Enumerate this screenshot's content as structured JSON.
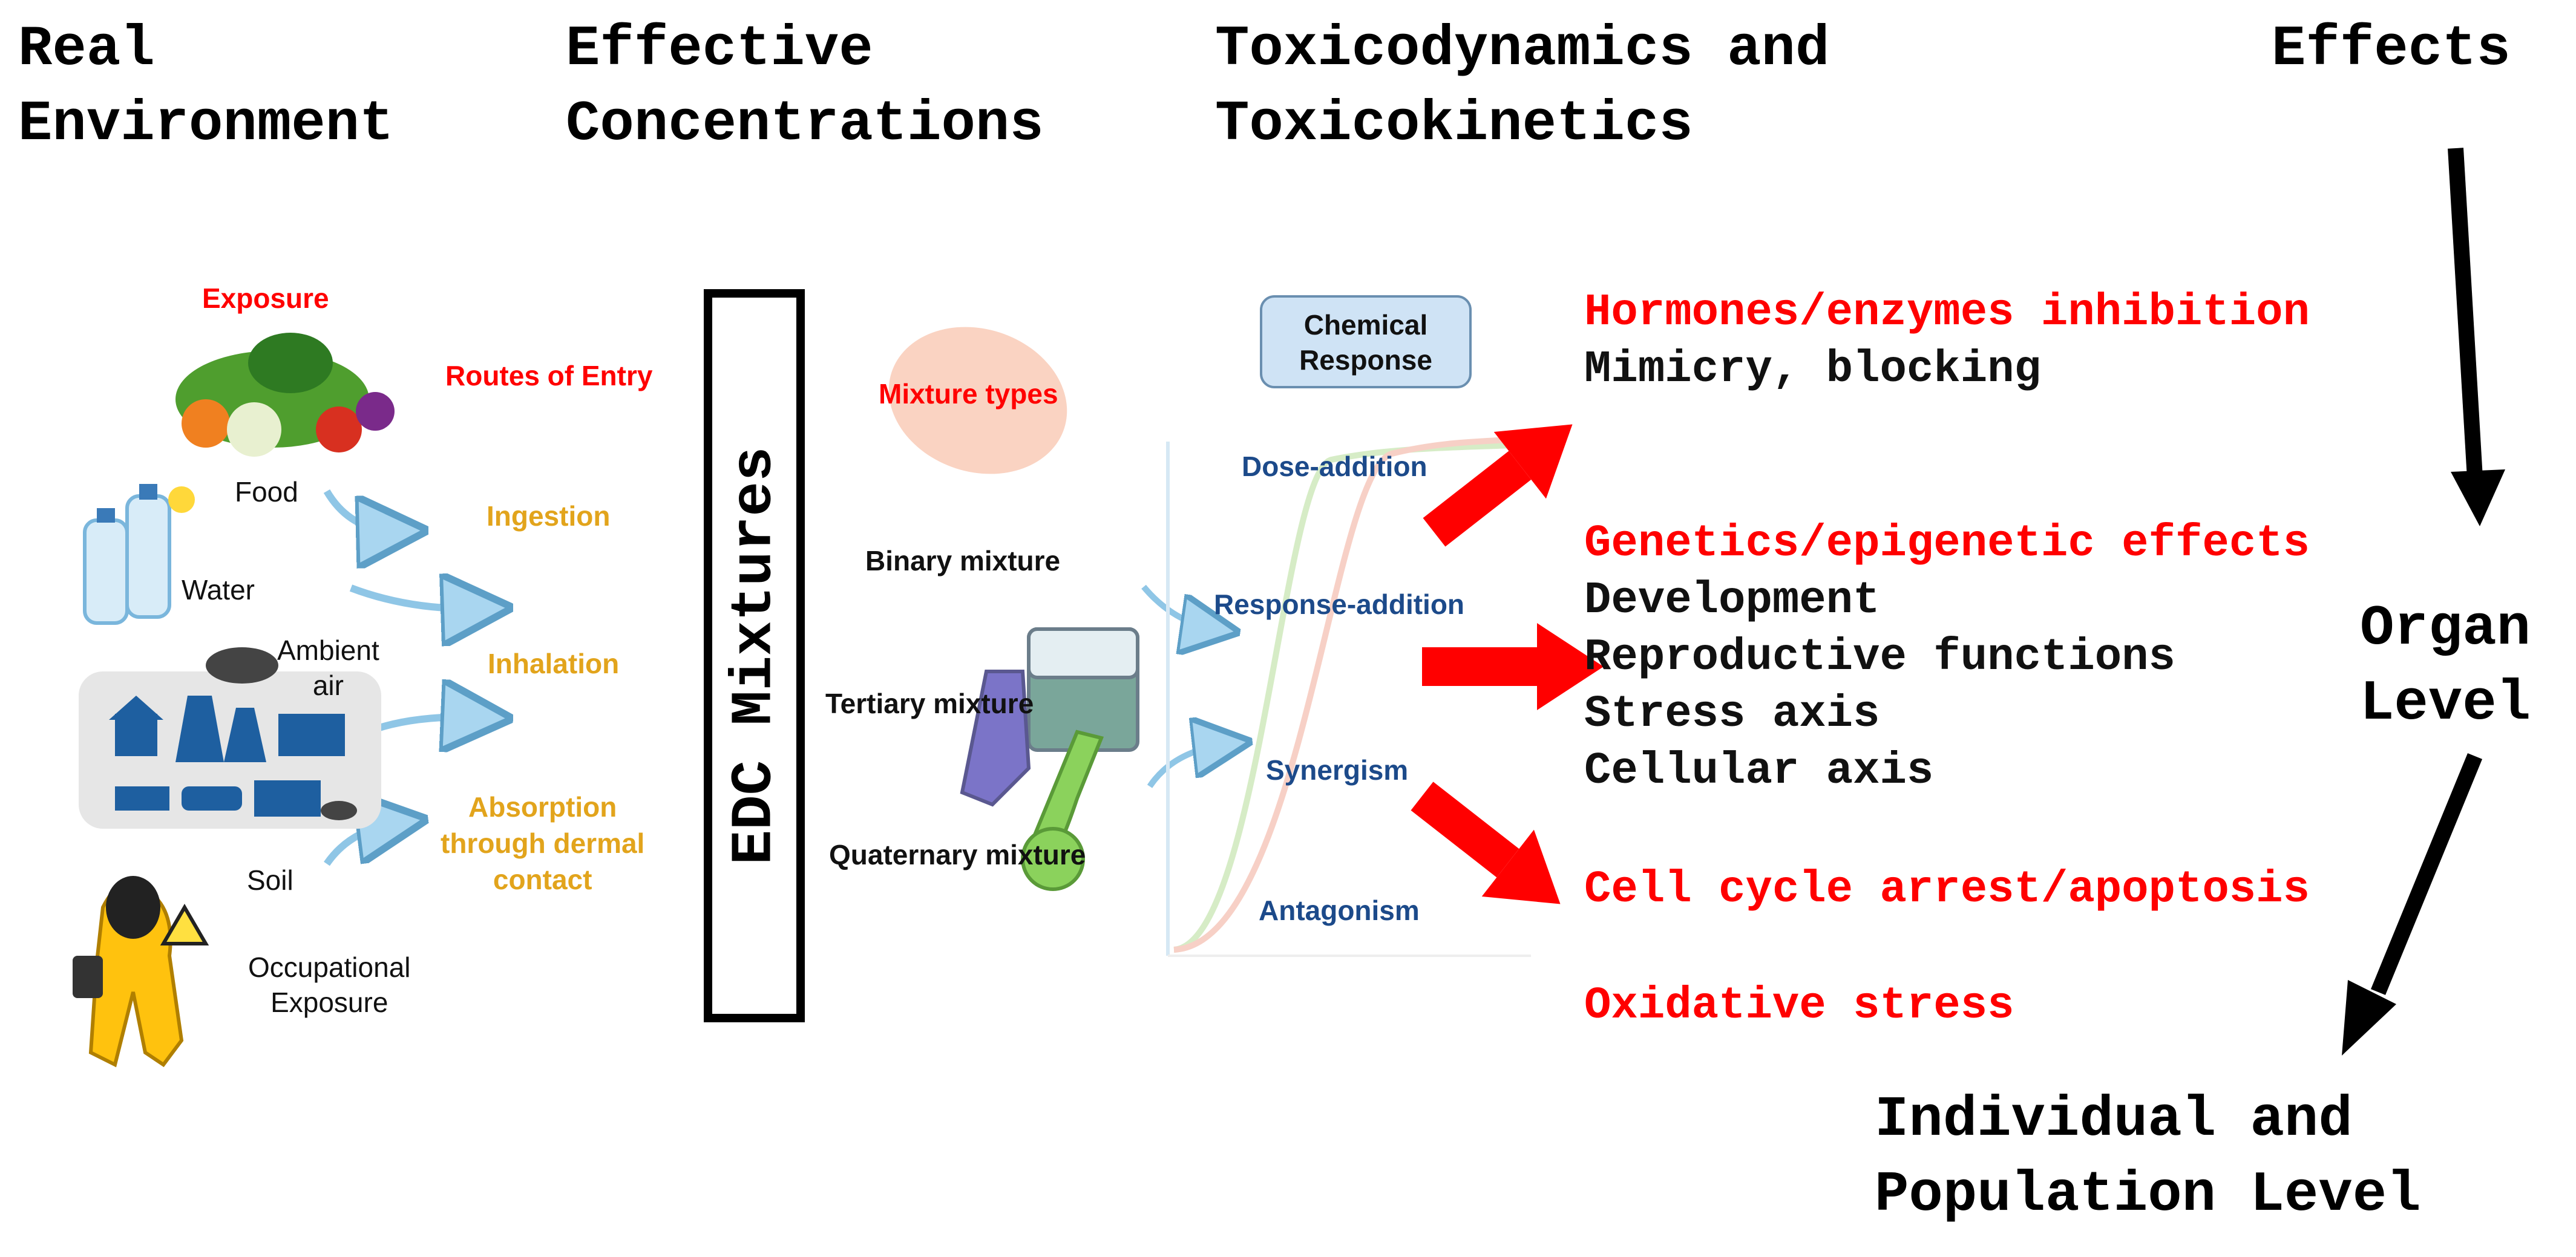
{
  "headers": {
    "real_env": [
      "Real",
      "Environment"
    ],
    "effective_conc": [
      "Effective",
      "Concentrations"
    ],
    "toxico": [
      "Toxicodynamics and",
      "Toxicokinetics"
    ],
    "effects": "Effects"
  },
  "exposure": {
    "title": "Exposure",
    "sources": {
      "food": "Food",
      "water": "Water",
      "ambient_air": [
        "Ambient",
        "air"
      ],
      "soil": "Soil",
      "occupational": [
        "Occupational",
        "Exposure"
      ]
    }
  },
  "routes": {
    "title": "Routes of Entry",
    "ingestion": "Ingestion",
    "inhalation": "Inhalation",
    "absorption": [
      "Absorption",
      "through dermal",
      "contact"
    ]
  },
  "edc_label": "EDC Mixtures",
  "mixtures": {
    "title": "Mixture types",
    "binary": "Binary mixture",
    "tertiary": "Tertiary mixture",
    "quaternary": "Quaternary mixture"
  },
  "chemical_response": {
    "title": [
      "Chemical",
      "Response"
    ],
    "dose_addition": "Dose-addition",
    "response_addition": "Response-addition",
    "synergism": "Synergism",
    "antagonism": "Antagonism"
  },
  "effects": {
    "group1": {
      "title": "Hormones/enzymes inhibition",
      "items": [
        "Mimicry, blocking"
      ]
    },
    "group2": {
      "title": "Genetics/epigenetic effects",
      "items": [
        "Development",
        "Reproductive functions",
        "Stress axis",
        "Cellular axis"
      ]
    },
    "group3": {
      "title": "Cell cycle arrest/apoptosis"
    },
    "group4": {
      "title": "Oxidative stress"
    }
  },
  "levels": {
    "organ": [
      "Organ",
      "Level"
    ],
    "individual": [
      "Individual and",
      "Population Level"
    ]
  },
  "colors": {
    "red": "#ff0000",
    "orange": "#e2a41c",
    "blue": "#1c4a8a",
    "light_blue_arrow": "#a9d6f0",
    "black": "#000000"
  },
  "icons": [
    "vegetables-icon",
    "water-bottles-icon",
    "factory-pollution-icon",
    "hazmat-worker-icon",
    "beaker-flasks-icon"
  ]
}
